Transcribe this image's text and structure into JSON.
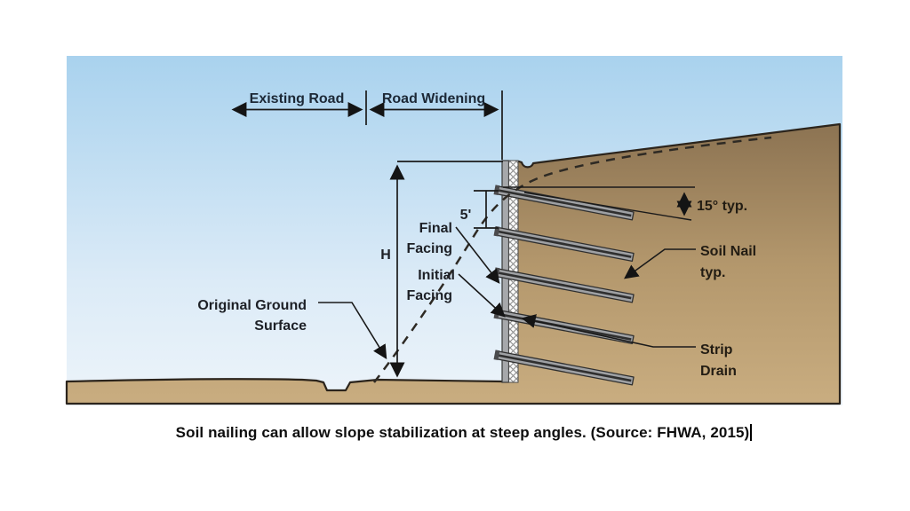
{
  "colors": {
    "sky_top": "#a9d2ee",
    "sky_mid": "#dcebf7",
    "sky_bottom": "#edf4fa",
    "soil_top": "#8c7352",
    "soil_mid": "#b3976c",
    "soil_bottom": "#c9ad80",
    "facing_gray": "#a6a8ab",
    "nail_gray": "#9fa1a4",
    "hatch_bg": "#fbfbfb",
    "line_dark": "#141414"
  },
  "diagram": {
    "existing_road": "Existing Road",
    "road_widening": "Road Widening",
    "height_label": "H",
    "spacing_label": "5'",
    "angle_label": "15° typ.",
    "final_facing": [
      "Final",
      "Facing"
    ],
    "initial_facing": [
      "Initial",
      "Facing"
    ],
    "original_ground": [
      "Original Ground",
      "Surface"
    ],
    "soil_nail": [
      "Soil Nail",
      "typ."
    ],
    "strip_drain": [
      "Strip",
      "Drain"
    ]
  },
  "caption": "Soil nailing can allow slope stabilization at steep angles. (Source: FHWA, 2015)"
}
